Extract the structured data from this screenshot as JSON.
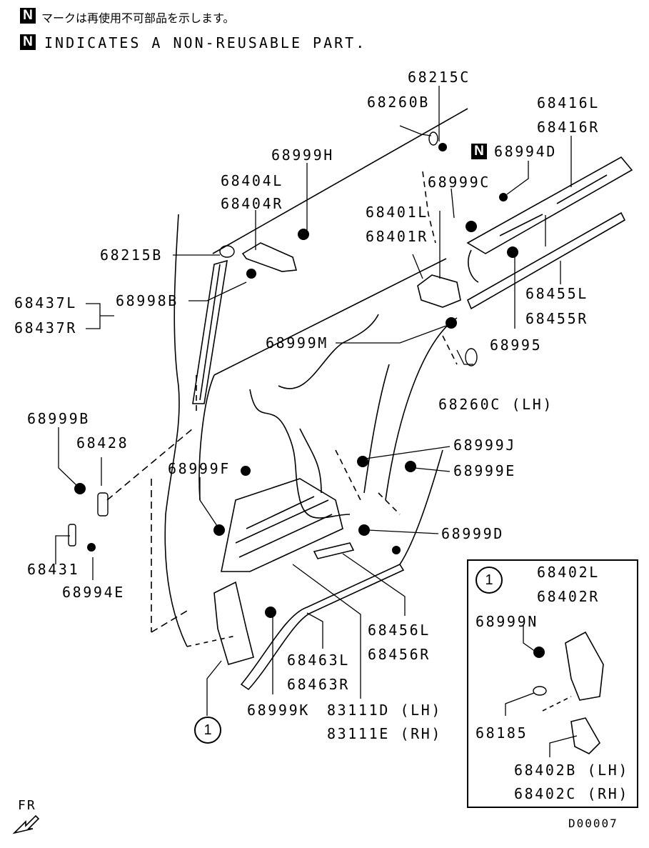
{
  "header": {
    "n_mark": "N",
    "note_jp": "マークは再使用不可部品を示します。",
    "note_en": "INDICATES A NON-REUSABLE PART."
  },
  "parts": {
    "p68215C": "68215C",
    "p68260B": "68260B",
    "p68416L": "68416L",
    "p68416R": "68416R",
    "p68994D": "68994D",
    "p68999H": "68999H",
    "p68404L": "68404L",
    "p68404R": "68404R",
    "p68999C": "68999C",
    "p68401L": "68401L",
    "p68401R": "68401R",
    "p68215B": "68215B",
    "p68437L": "68437L",
    "p68437R": "68437R",
    "p68998B": "68998B",
    "p68455L": "68455L",
    "p68455R": "68455R",
    "p68999M": "68999M",
    "p68995": "68995",
    "p68260C": "68260C (LH)",
    "p68999B": "68999B",
    "p68428": "68428",
    "p68999J": "68999J",
    "p68999F": "68999F",
    "p68999E": "68999E",
    "p68999D": "68999D",
    "p68431": "68431",
    "p68994E": "68994E",
    "p68456L": "68456L",
    "p68456R": "68456R",
    "p68463L": "68463L",
    "p68463R": "68463R",
    "p68999K": "68999K",
    "p83111D": "83111D (LH)",
    "p83111E": "83111E (RH)"
  },
  "inset": {
    "callout": "1",
    "p68402L": "68402L",
    "p68402R": "68402R",
    "p68999N": "68999N",
    "p68185": "68185",
    "p68402B": "68402B (LH)",
    "p68402C": "68402C (RH)"
  },
  "callout_main": "1",
  "footer": {
    "fr": "FR",
    "code": "D00007"
  }
}
